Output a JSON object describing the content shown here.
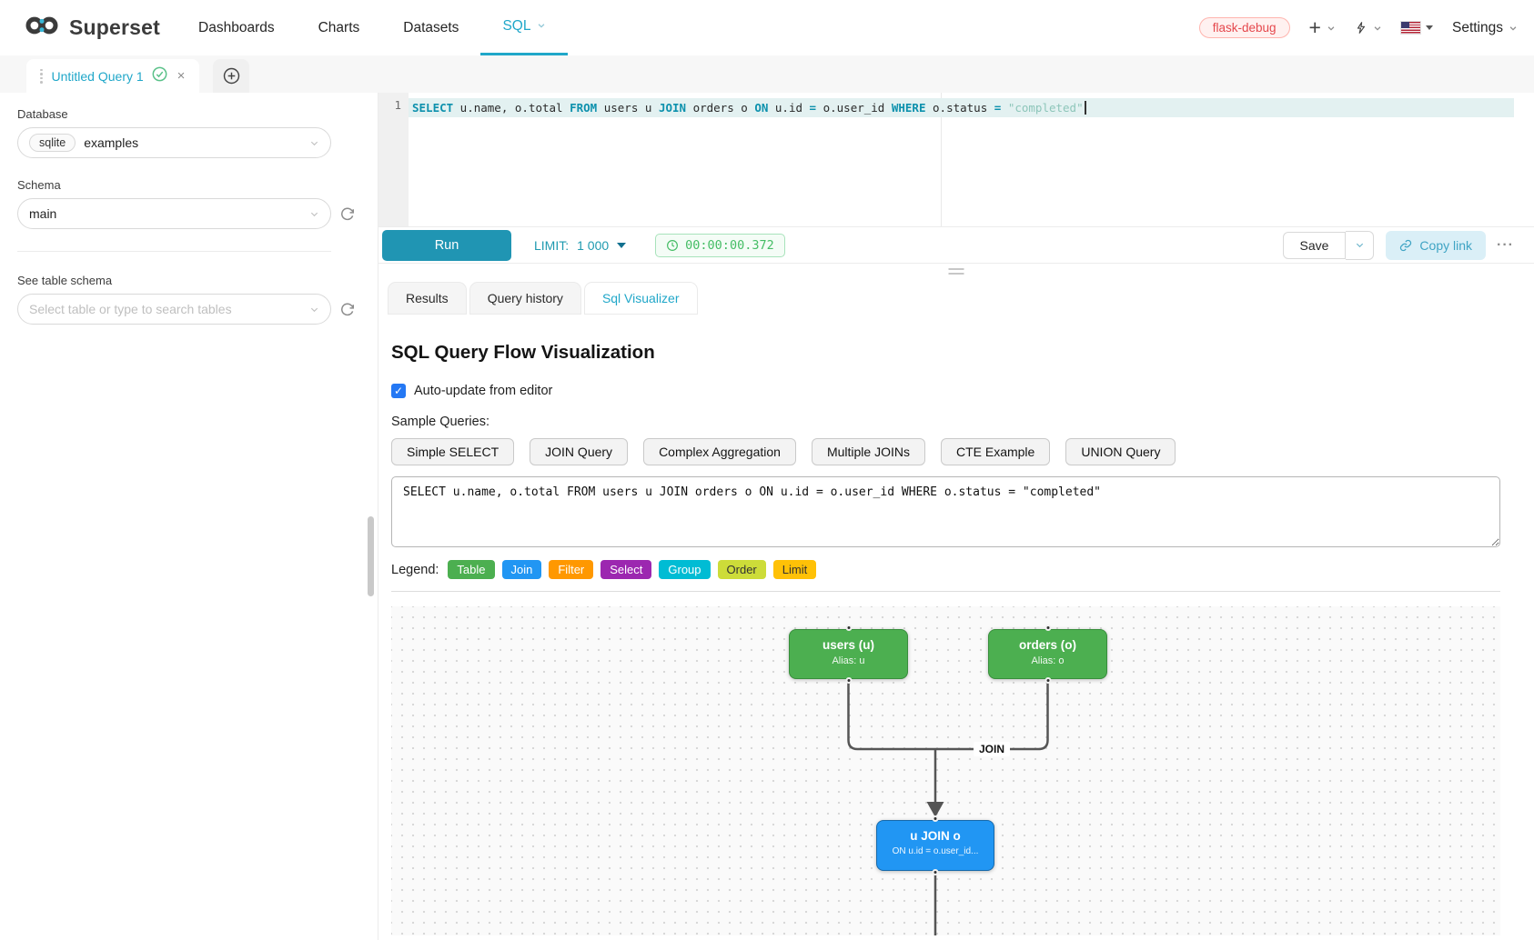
{
  "nav": {
    "brand": "Superset",
    "items": [
      {
        "label": "Dashboards"
      },
      {
        "label": "Charts"
      },
      {
        "label": "Datasets"
      },
      {
        "label": "SQL"
      }
    ],
    "env_badge": "flask-debug",
    "settings": "Settings"
  },
  "icons": {
    "plus": "+",
    "close": "×",
    "more": "···",
    "check": "✓"
  },
  "editor_tab": {
    "title": "Untitled Query 1"
  },
  "sidebar": {
    "database_label": "Database",
    "database_engine": "sqlite",
    "database_value": "examples",
    "schema_label": "Schema",
    "schema_value": "main",
    "table_schema_label": "See table schema",
    "table_placeholder": "Select table or type to search tables"
  },
  "editor": {
    "line_number": "1",
    "sql_tokens": [
      {
        "text": "SELECT",
        "type": "keyword"
      },
      {
        "text": " u.name, o.total ",
        "type": "plain"
      },
      {
        "text": "FROM",
        "type": "keyword"
      },
      {
        "text": " users u ",
        "type": "plain"
      },
      {
        "text": "JOIN",
        "type": "keyword"
      },
      {
        "text": " orders o ",
        "type": "plain"
      },
      {
        "text": "ON",
        "type": "keyword"
      },
      {
        "text": " u.id ",
        "type": "plain"
      },
      {
        "text": "=",
        "type": "keyword"
      },
      {
        "text": " o.user_id ",
        "type": "plain"
      },
      {
        "text": "WHERE",
        "type": "keyword"
      },
      {
        "text": " o.status ",
        "type": "plain"
      },
      {
        "text": "=",
        "type": "keyword"
      },
      {
        "text": " ",
        "type": "plain"
      },
      {
        "text": "\"completed\"",
        "type": "string"
      }
    ]
  },
  "toolbar": {
    "run": "Run",
    "limit_label": "LIMIT:",
    "limit_value": "1 000",
    "timer": "00:00:00.372",
    "save": "Save",
    "copy_link": "Copy link"
  },
  "result_tabs": [
    {
      "label": "Results",
      "active": false
    },
    {
      "label": "Query history",
      "active": false
    },
    {
      "label": "Sql Visualizer",
      "active": true
    }
  ],
  "visualizer": {
    "title": "SQL Query Flow Visualization",
    "auto_update": "Auto-update from editor",
    "auto_update_checked": true,
    "sample_queries_label": "Sample Queries:",
    "samples": [
      "Simple SELECT",
      "JOIN Query",
      "Complex Aggregation",
      "Multiple JOINs",
      "CTE Example",
      "UNION Query"
    ],
    "query_text": "SELECT u.name, o.total FROM users u JOIN orders o ON u.id = o.user_id WHERE o.status = \"completed\"",
    "legend_label": "Legend:",
    "legend": [
      {
        "label": "Table",
        "bg": "#4caf50",
        "fg": "#ffffff"
      },
      {
        "label": "Join",
        "bg": "#2196f3",
        "fg": "#ffffff"
      },
      {
        "label": "Filter",
        "bg": "#ff9800",
        "fg": "#ffffff"
      },
      {
        "label": "Select",
        "bg": "#9c27b0",
        "fg": "#ffffff"
      },
      {
        "label": "Group",
        "bg": "#00bcd4",
        "fg": "#ffffff"
      },
      {
        "label": "Order",
        "bg": "#cddc39",
        "fg": "#333333"
      },
      {
        "label": "Limit",
        "bg": "#ffc107",
        "fg": "#333333"
      }
    ],
    "flow": {
      "edge_label": "JOIN",
      "edge_color": "#555555",
      "nodes": [
        {
          "title": "users (u)",
          "subtitle": "Alias: u",
          "bg": "#4caf50",
          "border": "#388e3c"
        },
        {
          "title": "orders (o)",
          "subtitle": "Alias: o",
          "bg": "#4caf50",
          "border": "#388e3c"
        },
        {
          "title": "u JOIN o",
          "subtitle": "ON u.id = o.user_id...",
          "bg": "#2196f3",
          "border": "#1769aa"
        }
      ]
    }
  },
  "colors": {
    "accent": "#20a7c9"
  }
}
